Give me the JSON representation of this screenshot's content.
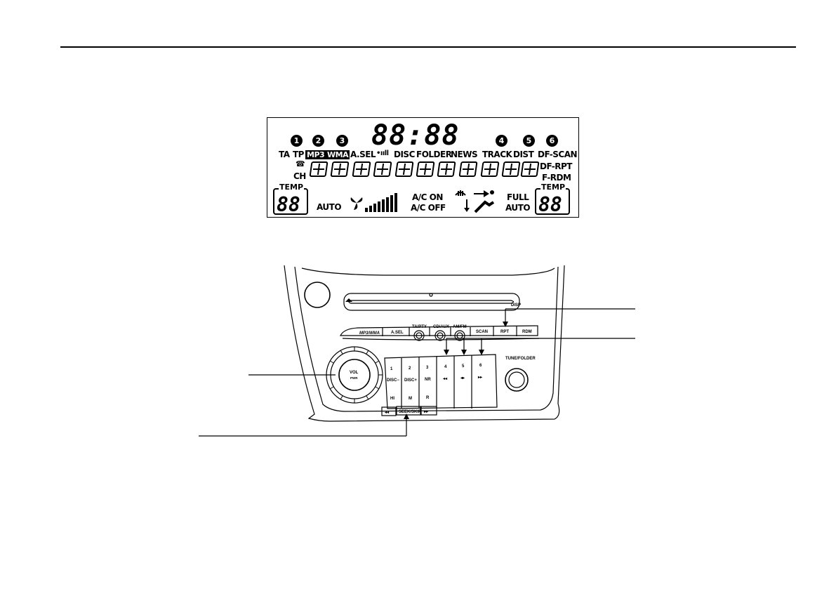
{
  "lcd": {
    "clock": "88:88",
    "indicators": [
      "1",
      "2",
      "3",
      "4",
      "5",
      "6"
    ],
    "row_labels": {
      "ta": "TA",
      "tp": "TP",
      "mp3": "MP3",
      "wma": "WMA",
      "asel": "A.SEL",
      "signal": "•ııll",
      "disc": "DISC",
      "folder": "FOLDER",
      "news": "NEWS",
      "track": "TRACK",
      "dist": "DIST",
      "df_scan": "DF-SCAN",
      "df_rpt": "DF-RPT",
      "f_rdm": "F-RDM",
      "ch": "CH",
      "auto_left": "AUTO",
      "ac_on": "A/C ON",
      "ac_off": "A/C OFF",
      "full": "FULL",
      "auto_right": "AUTO"
    },
    "temp_label": "TEMP",
    "temp_value": "88"
  },
  "unit": {
    "buttons_top": [
      "MP3/WMA",
      "A.SEL",
      "TA/PTY",
      "CD/AUX",
      "AM/FM",
      "SCAN",
      "RPT",
      "RDM"
    ],
    "presets": [
      {
        "num": "1",
        "sub": "DISC−",
        "bottom": "HI"
      },
      {
        "num": "2",
        "sub": "DISC+",
        "bottom": "M"
      },
      {
        "num": "3",
        "sub": "NR",
        "bottom": "R"
      },
      {
        "num": "4",
        "sub": "◂◂",
        "bottom": ""
      },
      {
        "num": "5",
        "sub": "◂▸",
        "bottom": ""
      },
      {
        "num": "6",
        "sub": "▸▸",
        "bottom": ""
      }
    ],
    "vol_label": "VOL",
    "vol_sub": "PWR",
    "tune_label": "TUNE/FOLDER",
    "seek_label": "SEEK/SKIP",
    "disp_label": "DISP",
    "seek_prev": "◂◂",
    "seek_next": "▸▸"
  }
}
